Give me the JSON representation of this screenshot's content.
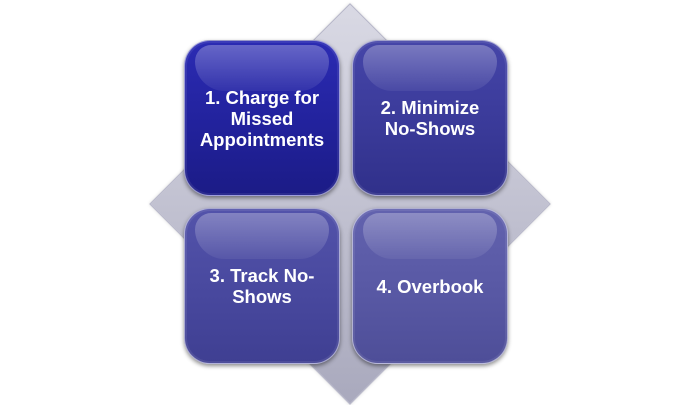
{
  "diagram": {
    "items": [
      {
        "label": "1. Charge for Missed Appointments"
      },
      {
        "label": "2. Minimize No-Shows"
      },
      {
        "label": "3. Track No-Shows"
      },
      {
        "label": "4. Overbook"
      }
    ]
  }
}
